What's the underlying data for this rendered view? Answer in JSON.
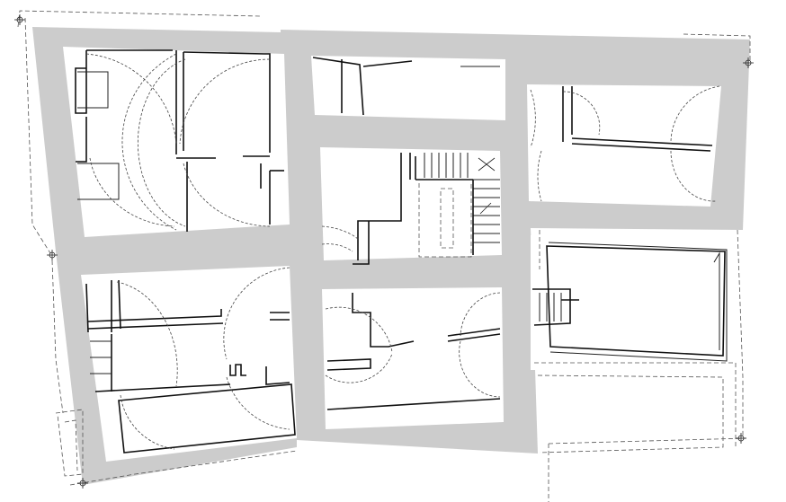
{
  "plan": {
    "type": "architectural floor plan",
    "walls_color": "#cccccc",
    "line_color": "#111111",
    "rooms": [
      "room-top-left",
      "room-top-middle",
      "room-top-right",
      "room-center",
      "room-mid-right",
      "room-bottom-left",
      "room-bottom-middle"
    ],
    "survey_markers": 5,
    "staircases": 2
  }
}
